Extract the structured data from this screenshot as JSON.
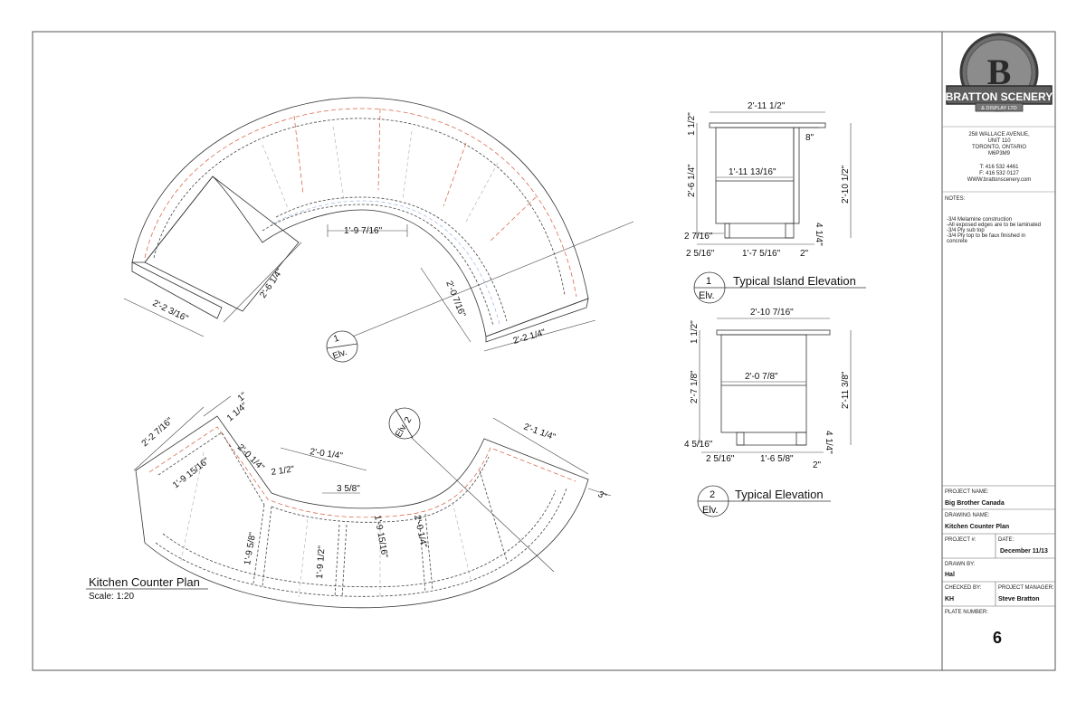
{
  "drawing": {
    "plan_title": "Kitchen Counter Plan",
    "plan_scale": "Scale: 1:20",
    "elev1_number": "1",
    "elev1_tag": "Elv.",
    "elev1_title": "Typical Island Elevation",
    "elev2_number": "2",
    "elev2_tag": "Elv.",
    "elev2_title": "Typical Elevation"
  },
  "plan_dims": {
    "top_inner": "1'-9 7/16\"",
    "left_depth": "2'-6 1/4\"",
    "left_end": "2'-2 3/16\"",
    "right_depth": "2'-0 7/16\"",
    "right_end": "2'-2 1/4\"",
    "b_end": "2'-2 7/16\"",
    "b_a": "1'-9 15/16\"",
    "b_b": "2'-0 1/4\"",
    "b_c": "2'-0 1/4\"",
    "b_d": "2 1/2\"",
    "b_e": "3 5/8\"",
    "b_f": "1'-9 5/8\"",
    "b_g": "1'-9 1/2\"",
    "b_h": "1'-9 15/16\"",
    "b_i": "2'-0 1/4\"",
    "b_j": "2'-1 1/4\"",
    "b_k": "3\"",
    "b_l": "1\"",
    "b_m": "1 1/4\""
  },
  "elev1_dims": {
    "width": "2'-11 1/2\"",
    "top": "1 1/2\"",
    "height": "2'-6 1/4\"",
    "inner": "1'-11 13/16\"",
    "overall": "2'-10 1/2\"",
    "side": "8\"",
    "toe": "2 7/16\"",
    "left": "2 5/16\"",
    "mid": "1'-7 5/16\"",
    "right": "2\"",
    "kick": "4 1/4\""
  },
  "elev2_dims": {
    "width": "2'-10 7/16\"",
    "top": "1 1/2\"",
    "height": "2'-7 1/8\"",
    "inner": "2'-0 7/8\"",
    "overall": "2'-11 3/8\"",
    "toe": "4 5/16\"",
    "left": "2 5/16\"",
    "mid": "1'-6 5/8\"",
    "right": "2\"",
    "kick": "4 1/4\""
  },
  "company": {
    "logo_initial": "B",
    "logo_name": "BRATTON SCENERY",
    "logo_sub": "& DISPLAY LTD",
    "address": [
      "258 WALLACE AVENUE,",
      "UNIT 110",
      "TORONTO, ONTARIO",
      "M6P3M9"
    ],
    "phone": "T: 416 532 4461",
    "fax": "F: 416 532 0127",
    "web": "WWW.brattonscenery.com"
  },
  "notes": {
    "label": "NOTES:",
    "items": [
      "-3/4 Melamine construction",
      "-All exposed edges are to be laminated",
      "-3/4 Ply sub top",
      "-3/4 Ply top to be faux finished in",
      "concrete"
    ]
  },
  "title_block": {
    "project_name_label": "PROJECT NAME:",
    "project_name": "Big Brother Canada",
    "drawing_name_label": "DRAWING NAME:",
    "drawing_name": "Kitchen Counter Plan",
    "project_no_label": "PROJECT #:",
    "date_label": "DATE:",
    "date": "December 11/13",
    "drawn_by_label": "DRAWN BY:",
    "drawn_by": "Hal",
    "checked_by_label": "CHECKED BY:",
    "checked_by": "KH",
    "pm_label": "PROJECT MANAGER:",
    "pm": "Steve Bratton",
    "plate_label": "PLATE NUMBER:",
    "plate": "6"
  }
}
